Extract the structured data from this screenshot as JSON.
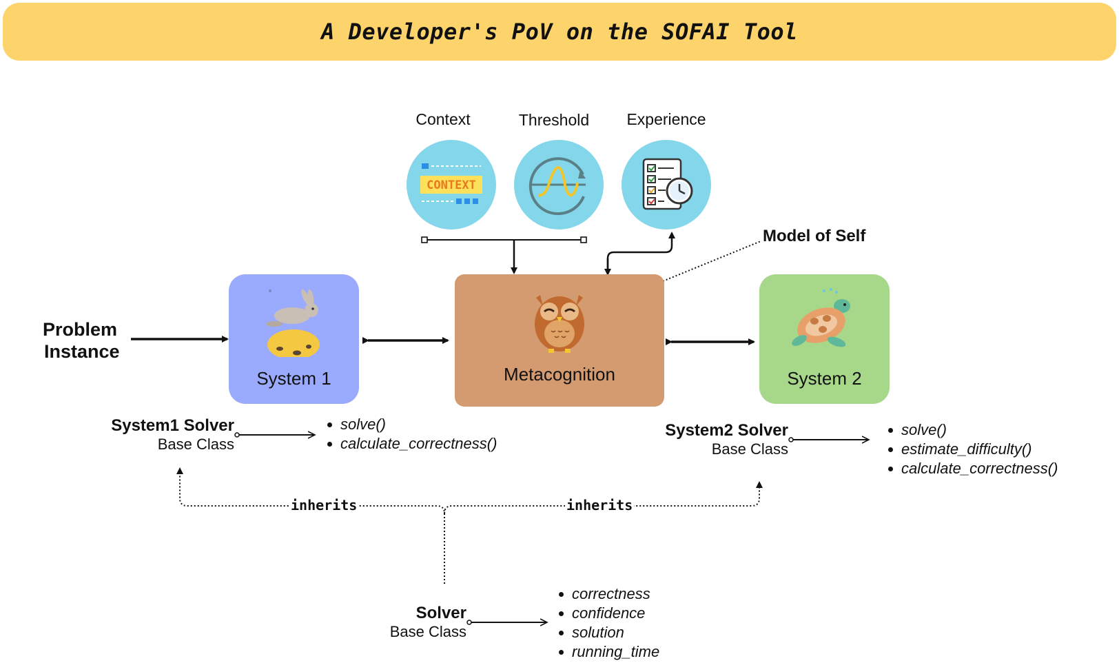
{
  "title": "A Developer's PoV on the SOFAI Tool",
  "inputs": {
    "context": {
      "label": "Context",
      "icon_text": "CONTEXT"
    },
    "threshold": {
      "label": "Threshold"
    },
    "experience": {
      "label": "Experience"
    }
  },
  "model_of_self": "Model of Self",
  "problem_instance": [
    "Problem",
    "Instance"
  ],
  "systems": {
    "system1": {
      "label": "System 1"
    },
    "metacognition": {
      "label": "Metacognition"
    },
    "system2": {
      "label": "System 2"
    }
  },
  "classes": {
    "system1_solver": {
      "name": "System1 Solver",
      "sub": "Base Class",
      "methods": [
        "solve()",
        "calculate_correctness()"
      ]
    },
    "system2_solver": {
      "name": "System2 Solver",
      "sub": "Base Class",
      "methods": [
        "solve()",
        "estimate_difficulty()",
        "calculate_correctness()"
      ]
    },
    "solver": {
      "name": "Solver",
      "sub": "Base Class",
      "attributes": [
        "correctness",
        "confidence",
        "solution",
        "running_time"
      ]
    }
  },
  "inherits_label": "inherits",
  "colors": {
    "banner": "#fdd46b",
    "circle": "#84d6ea",
    "system1": "#9aabfd",
    "metacognition": "#d49a70",
    "system2": "#a7d88a"
  }
}
